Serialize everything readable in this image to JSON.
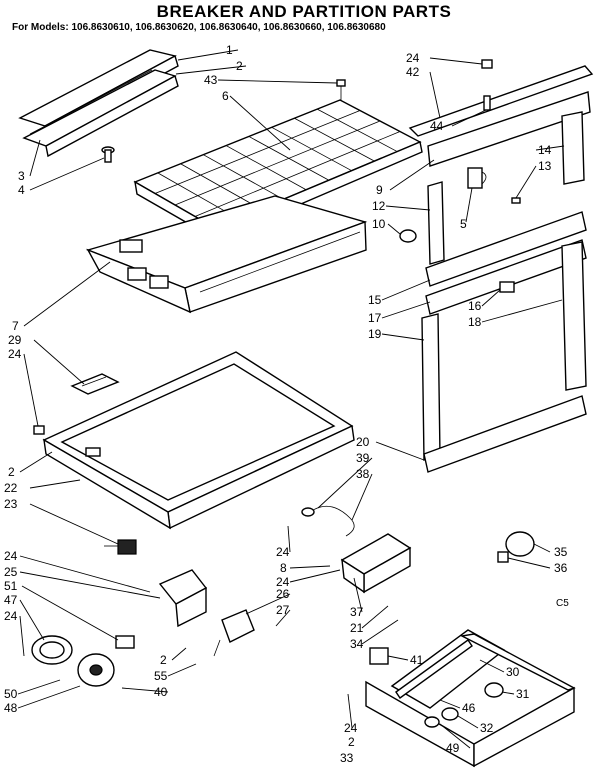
{
  "title": "BREAKER AND PARTITION PARTS",
  "models_line": "For Models: 106.8630610, 106.8630620, 106.8630640, 106.8630660, 106.8630680",
  "diagram_code": "C5",
  "callouts": [
    {
      "id": "c1",
      "text": "1"
    },
    {
      "id": "c2",
      "text": "2"
    },
    {
      "id": "c43",
      "text": "43"
    },
    {
      "id": "c6",
      "text": "6"
    },
    {
      "id": "c3",
      "text": "3"
    },
    {
      "id": "c4",
      "text": "4"
    },
    {
      "id": "c24a",
      "text": "24"
    },
    {
      "id": "c42",
      "text": "42"
    },
    {
      "id": "c44",
      "text": "44"
    },
    {
      "id": "c14",
      "text": "14"
    },
    {
      "id": "c13",
      "text": "13"
    },
    {
      "id": "c9",
      "text": "9"
    },
    {
      "id": "c12",
      "text": "12"
    },
    {
      "id": "c10",
      "text": "10"
    },
    {
      "id": "c5",
      "text": "5"
    },
    {
      "id": "c7",
      "text": "7"
    },
    {
      "id": "c29",
      "text": "29"
    },
    {
      "id": "c24b",
      "text": "24"
    },
    {
      "id": "c15",
      "text": "15"
    },
    {
      "id": "c17",
      "text": "17"
    },
    {
      "id": "c19",
      "text": "19"
    },
    {
      "id": "c16",
      "text": "16"
    },
    {
      "id": "c18",
      "text": "18"
    },
    {
      "id": "c2b",
      "text": "2"
    },
    {
      "id": "c22",
      "text": "22"
    },
    {
      "id": "c23",
      "text": "23"
    },
    {
      "id": "c20",
      "text": "20"
    },
    {
      "id": "c39",
      "text": "39"
    },
    {
      "id": "c38",
      "text": "38"
    },
    {
      "id": "c24c",
      "text": "24"
    },
    {
      "id": "c8",
      "text": "8"
    },
    {
      "id": "c24d",
      "text": "24"
    },
    {
      "id": "c35",
      "text": "35"
    },
    {
      "id": "c36",
      "text": "36"
    },
    {
      "id": "c24e",
      "text": "24"
    },
    {
      "id": "c25",
      "text": "25"
    },
    {
      "id": "c51",
      "text": "51"
    },
    {
      "id": "c47",
      "text": "47"
    },
    {
      "id": "c24f",
      "text": "24"
    },
    {
      "id": "c26",
      "text": "26"
    },
    {
      "id": "c27",
      "text": "27"
    },
    {
      "id": "c37",
      "text": "37"
    },
    {
      "id": "c21",
      "text": "21"
    },
    {
      "id": "c34",
      "text": "34"
    },
    {
      "id": "c2c",
      "text": "2"
    },
    {
      "id": "c55",
      "text": "55"
    },
    {
      "id": "c40",
      "text": "40"
    },
    {
      "id": "c41",
      "text": "41"
    },
    {
      "id": "c30",
      "text": "30"
    },
    {
      "id": "c31",
      "text": "31"
    },
    {
      "id": "c46",
      "text": "46"
    },
    {
      "id": "c32",
      "text": "32"
    },
    {
      "id": "c50",
      "text": "50"
    },
    {
      "id": "c48",
      "text": "48"
    },
    {
      "id": "c24g",
      "text": "24"
    },
    {
      "id": "c2d",
      "text": "2"
    },
    {
      "id": "c33",
      "text": "33"
    },
    {
      "id": "c49",
      "text": "49"
    }
  ]
}
